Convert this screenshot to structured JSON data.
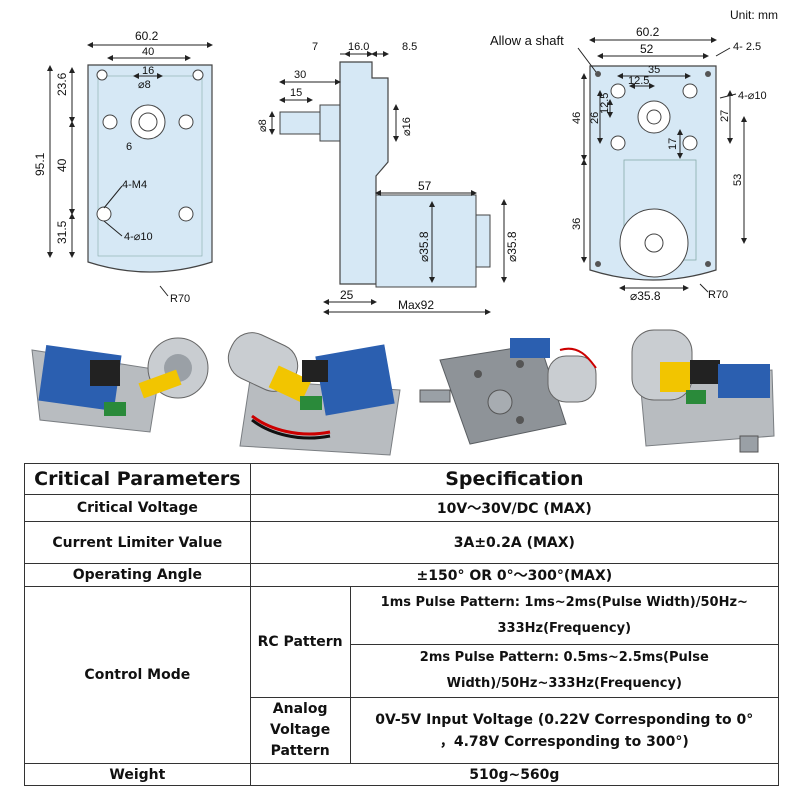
{
  "unit_label": "Unit: mm",
  "drawing_front": {
    "width_top": "60.2",
    "width_inner": "40",
    "hole_center": "16",
    "shaft_dia": "⌀8",
    "offset": "6",
    "h_top": "23.6",
    "h_mid": "40",
    "h_total": "95.1",
    "h_bottom": "31.5",
    "thread_label": "4-M4",
    "hole_label": "4-⌀10",
    "radius_label": "R70"
  },
  "drawing_side": {
    "d7": "7",
    "d16": "16.0",
    "d8_5": "8.5",
    "d30": "30",
    "d15": "15",
    "shaft_dia": "⌀8",
    "hub_dia": "⌀16",
    "motor_len": "57",
    "motor_dia": "⌀35.8",
    "motor_dia2": "⌀35.8",
    "base": "25",
    "max_len": "Max92"
  },
  "drawing_back": {
    "allow_shaft": "Allow a shaft",
    "width_top": "60.2",
    "width_inner": "52",
    "corner_holes": "4- 2.5",
    "span_35": "35",
    "span_12_5a": "12.5",
    "span_12_5b": "12.5",
    "v26": "26",
    "v27": "27",
    "hole_label": "4-⌀10",
    "v46": "46",
    "v17": "17",
    "v53": "53",
    "v36": "36",
    "motor_dia": "⌀35.8",
    "radius_label": "R70"
  },
  "photos": [
    "photo-angle-1",
    "photo-angle-2",
    "photo-angle-3",
    "photo-angle-4"
  ],
  "table": {
    "header_param": "Critical Parameters",
    "header_spec": "Specification",
    "rows": {
      "voltage_label": "Critical  Voltage",
      "voltage_value": "10V～30V/DC (MAX)",
      "current_label": "Current Limiter Value",
      "current_value": "3A±0.2A (MAX)",
      "angle_label": "Operating Angle",
      "angle_value": "±150° OR 0°～300°(MAX)",
      "control_label": "Control Mode",
      "rc_label": "RC Pattern",
      "rc_1ms_line1": "1ms Pulse Pattern: 1ms~2ms(Pulse Width)/50Hz~",
      "rc_1ms_line2": "333Hz(Frequency)",
      "rc_2ms_line1": "2ms Pulse Pattern: 0.5ms~2.5ms(Pulse",
      "rc_2ms_line2": "Width)/50Hz~333Hz(Frequency)",
      "analog_label_1": "Analog",
      "analog_label_2": "Voltage",
      "analog_label_3": "Pattern",
      "analog_line1": "0V-5V Input Voltage (0.22V Corresponding to  0°",
      "analog_line2": "，4.78V Corresponding to 300°)",
      "weight_label": "Weight",
      "weight_value": "510g~560g"
    }
  },
  "colors": {
    "plate": "#d6e8f5",
    "outline": "#444444",
    "dim_line": "#222222"
  }
}
